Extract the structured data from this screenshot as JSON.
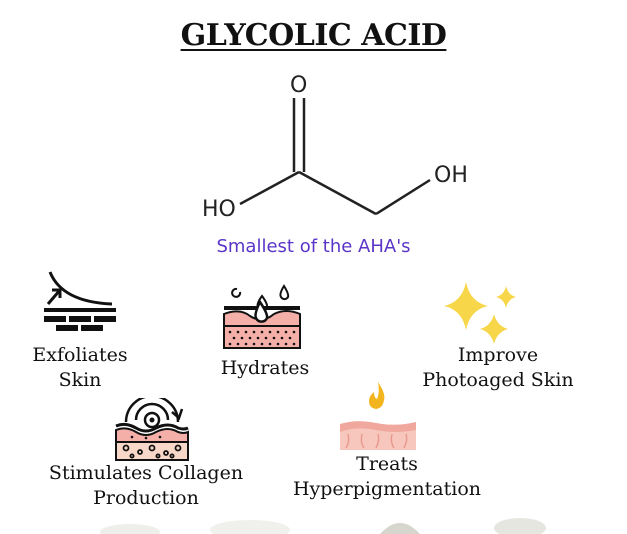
{
  "title": "GLYCOLIC ACID",
  "molecule": {
    "atom_o": "O",
    "atom_ho": "HO",
    "atom_oh": "OH"
  },
  "subtitle": "Smallest of the AHA's",
  "benefits": [
    {
      "line1": "Exfoliates",
      "line2": "Skin",
      "icon": "exfoliation-icon"
    },
    {
      "line1": "Hydrates",
      "icon": "hydration-skin-icon"
    },
    {
      "line1": "Improve",
      "line2": "Photoaged Skin",
      "icon": "sparkles-icon"
    },
    {
      "line1": "Stimulates Collagen",
      "line2": "Production",
      "icon": "collagen-skin-icon"
    },
    {
      "line1": "Treats",
      "line2": "Hyperpigmentation",
      "icon": "pigmented-skin-icon"
    }
  ],
  "colors": {
    "subtitle": "#5a35c8",
    "skin_pink": "#f4b0a8",
    "skin_light": "#f7d7c8",
    "sparkle": "#f7d64a",
    "flame": "#f2b51d"
  }
}
